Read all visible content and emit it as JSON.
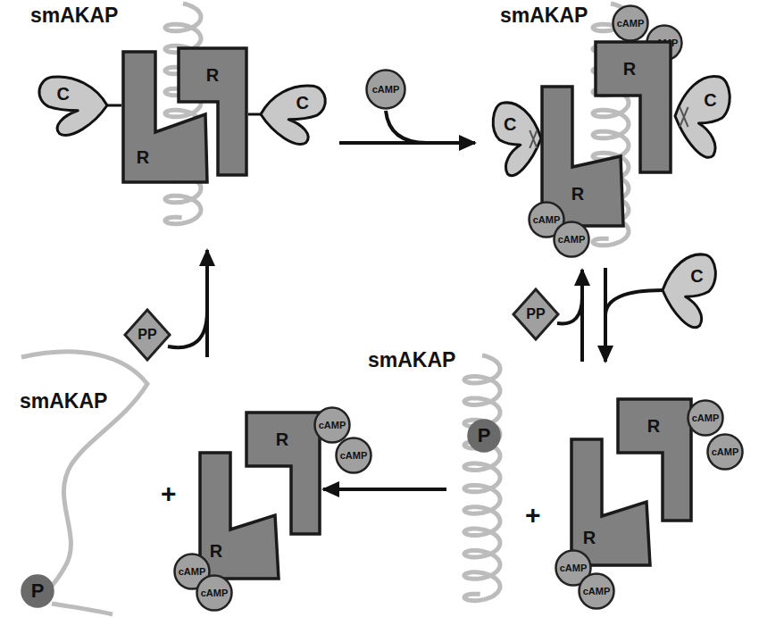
{
  "diagram": {
    "nodes": [
      {
        "text": [
          "C"
        ]
      },
      {
        "text": [
          "R"
        ]
      },
      {
        "text": [
          "R"
        ]
      },
      {
        "text": [
          "C"
        ]
      },
      {
        "text": [
          "cAMP"
        ]
      },
      {
        "text": [
          "cAMP"
        ]
      },
      {
        "text": [
          "cAMP"
        ]
      },
      {
        "text": [
          "C"
        ]
      },
      {
        "text": [
          "R"
        ]
      },
      {
        "text": [
          "R"
        ]
      },
      {
        "text": [
          "cAMP"
        ]
      },
      {
        "text": [
          "cAMP"
        ]
      },
      {
        "text": [
          "C"
        ]
      },
      {
        "text": [
          "PP"
        ]
      },
      {
        "text": [
          "PP"
        ]
      },
      {
        "text": [
          "C"
        ]
      },
      {
        "text": [
          "P"
        ]
      },
      {
        "text": [
          "R"
        ]
      },
      {
        "text": [
          "R"
        ]
      },
      {
        "text": [
          "cAMP"
        ]
      },
      {
        "text": [
          "cAMP"
        ]
      },
      {
        "text": [
          "cAMP"
        ]
      },
      {
        "text": [
          "cAMP"
        ]
      },
      {
        "text": [
          "P"
        ]
      },
      {
        "text": [
          "R"
        ]
      },
      {
        "text": [
          "R"
        ]
      },
      {
        "text": [
          "cAMP"
        ]
      },
      {
        "text": [
          "cAMP"
        ]
      },
      {
        "text": [
          "cAMP"
        ]
      },
      {
        "text": [
          "cAMP"
        ]
      }
    ],
    "edges": [
      {
        "from": 0,
        "to": 1,
        "arrow": "none"
      },
      {
        "from": 3,
        "to": 2,
        "arrow": "none"
      }
    ],
    "labels": [
      "smAKAP",
      "smAKAP",
      "smAKAP",
      "smAKAP",
      "+",
      "+"
    ]
  }
}
